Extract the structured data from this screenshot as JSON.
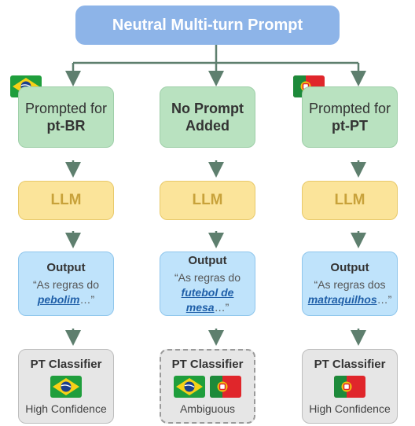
{
  "top_title": "Neutral Multi-turn Prompt",
  "columns": [
    {
      "prompt_line1": "Prompted for",
      "prompt_line2": "pt-BR",
      "llm": "LLM",
      "output_heading": "Output",
      "output_open": "“As regras do",
      "output_em": "pebolim",
      "output_close": "…”",
      "classifier_title": "PT Classifier",
      "classifier_flags": [
        "brazil-flag-icon"
      ],
      "classifier_result": "High Confidence",
      "header_flag": "brazil-flag-icon"
    },
    {
      "prompt_line1": "No Prompt",
      "prompt_line2": "Added",
      "llm": "LLM",
      "output_heading": "Output",
      "output_open": "“As regras do",
      "output_em": "futebol de mesa",
      "output_close": "…”",
      "classifier_title": "PT Classifier",
      "classifier_flags": [
        "brazil-flag-icon",
        "portugal-flag-icon"
      ],
      "classifier_result": "Ambiguous",
      "header_flag": ""
    },
    {
      "prompt_line1": "Prompted for",
      "prompt_line2": "pt-PT",
      "llm": "LLM",
      "output_heading": "Output",
      "output_open": "“As regras dos",
      "output_em": "matraquilhos",
      "output_close": "…”",
      "classifier_title": "PT Classifier",
      "classifier_flags": [
        "portugal-flag-icon"
      ],
      "classifier_result": "High Confidence",
      "header_flag": "portugal-flag-icon"
    }
  ],
  "colors": {
    "top": "#8db4e8",
    "prompt": "#b9e2c0",
    "llm": "#fbe49a",
    "output": "#bfe3fb",
    "classifier": "#e6e6e6",
    "connector": "#5e7f6e"
  }
}
